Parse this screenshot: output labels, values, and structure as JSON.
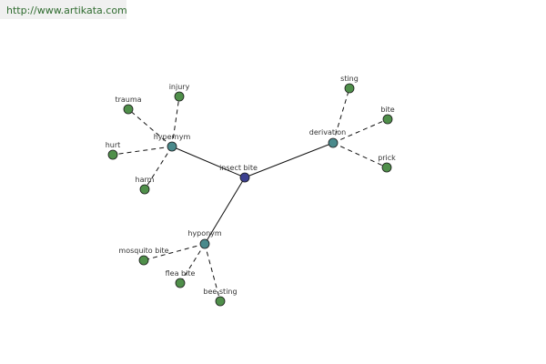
{
  "header": {
    "url": "http://www.artikata.com"
  },
  "colors": {
    "center": "#3b3f8f",
    "relation": "#4a8a8c",
    "leaf": "#4f8f4a",
    "stroke": "#1a1a1a",
    "edge": "#111111"
  },
  "graph": {
    "center": {
      "id": "insect-bite",
      "label": "insect bite"
    },
    "relations": [
      {
        "id": "hypernym",
        "label": "hypernym",
        "words": [
          "trauma",
          "injury",
          "hurt",
          "harm"
        ]
      },
      {
        "id": "derivation",
        "label": "derivation",
        "words": [
          "sting",
          "bite",
          "prick"
        ]
      },
      {
        "id": "hyponym",
        "label": "hyponym",
        "words": [
          "mosquito bite",
          "flea bite",
          "bee sting"
        ]
      }
    ]
  }
}
